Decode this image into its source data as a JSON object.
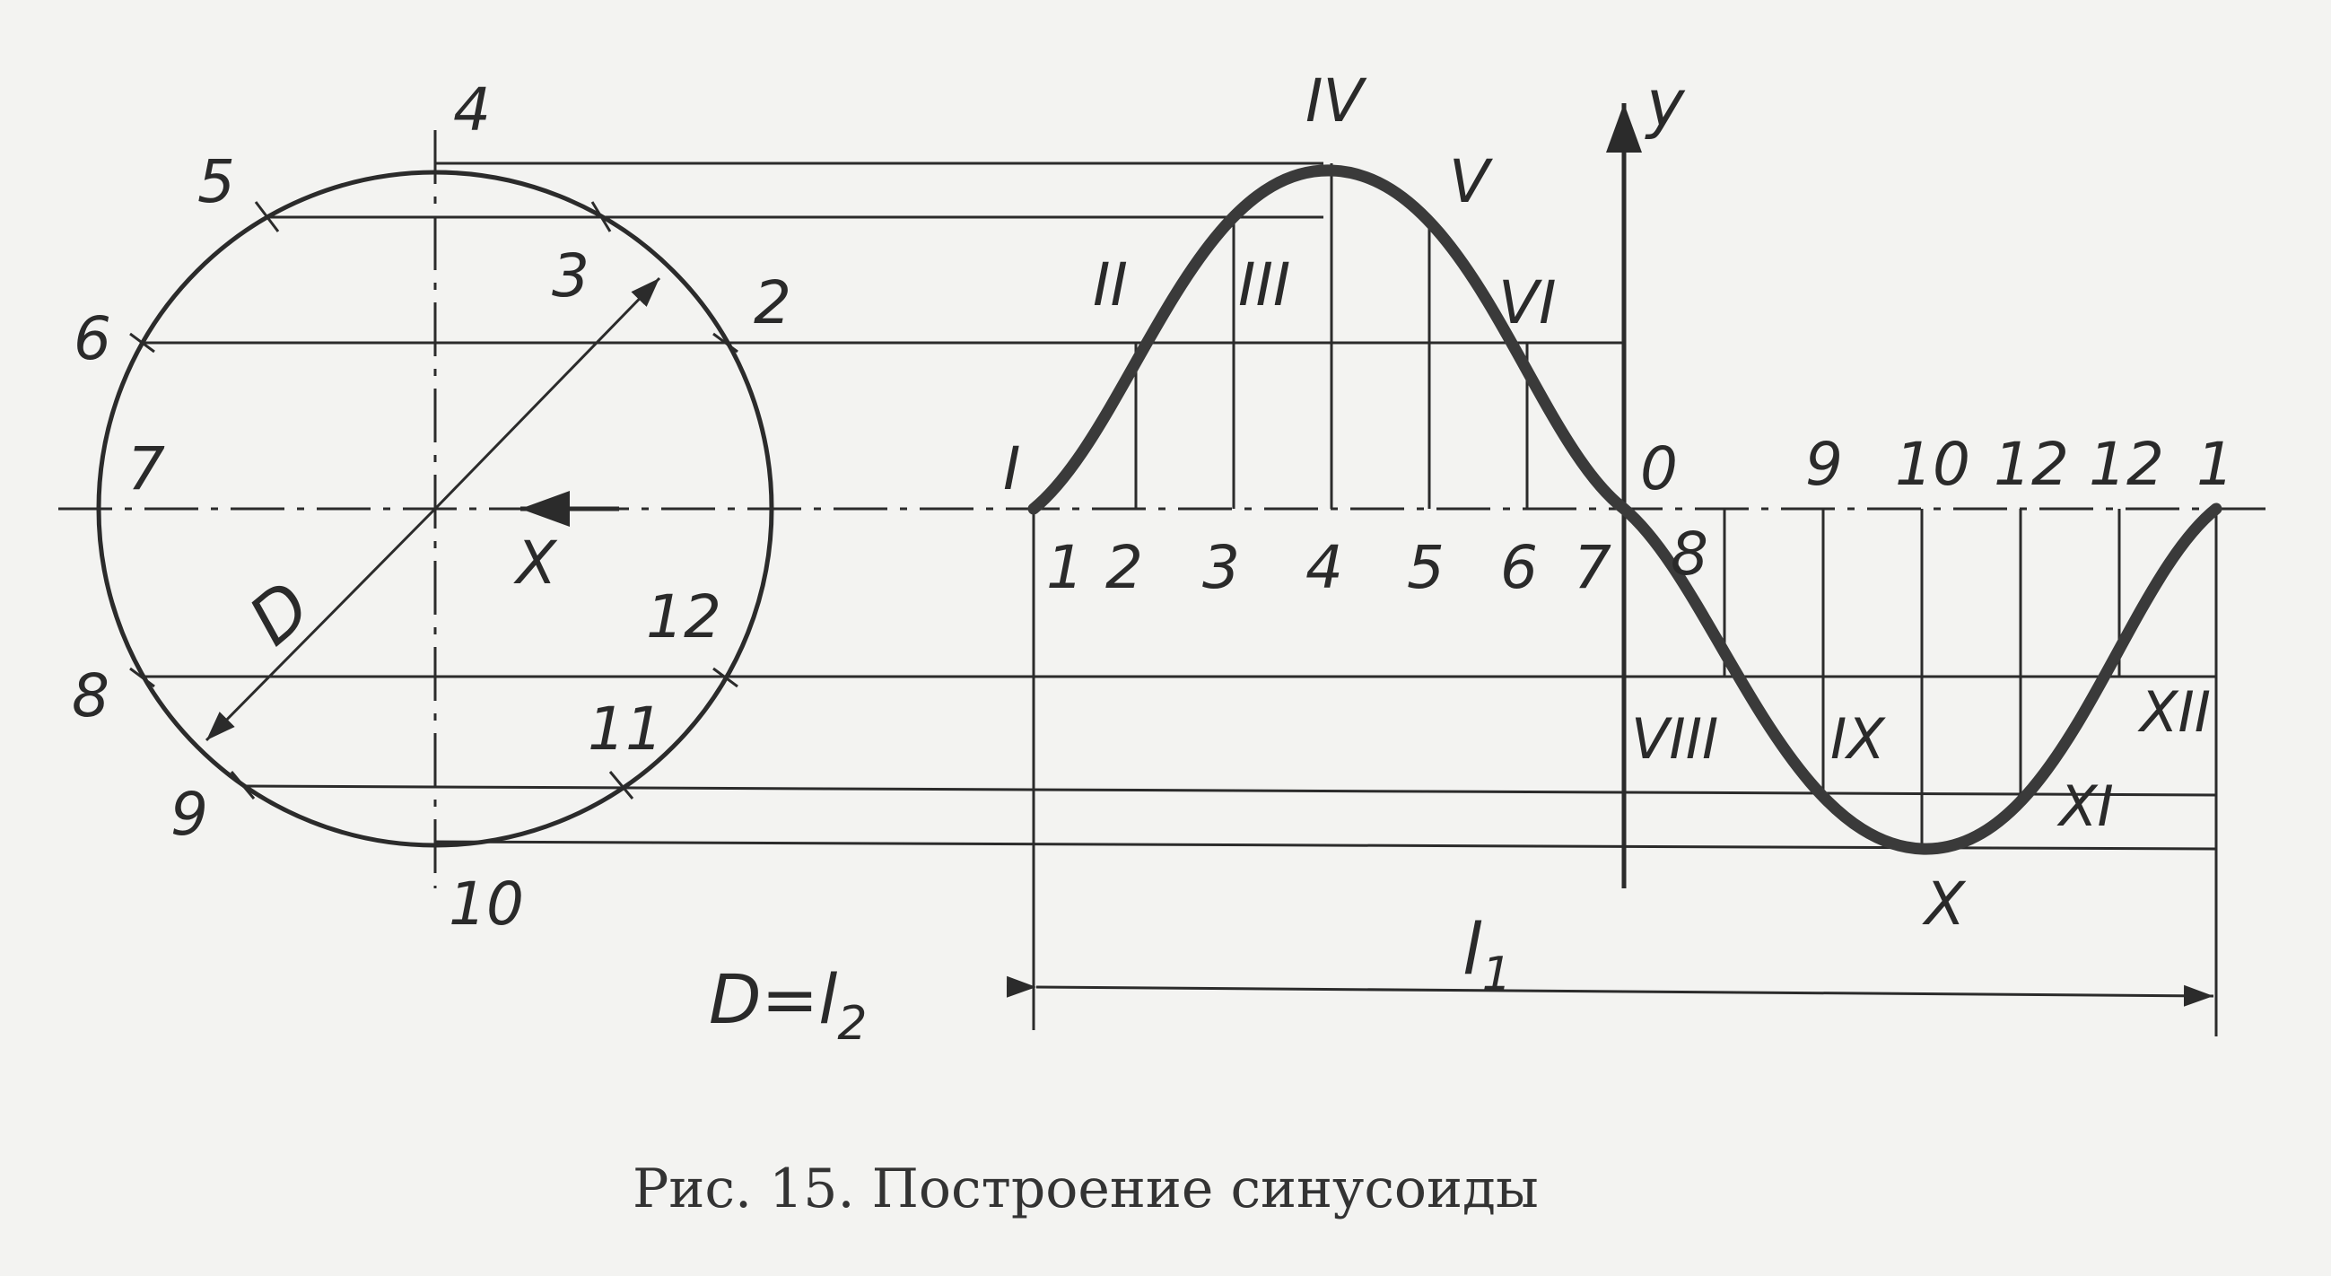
{
  "figure": {
    "circle_labels": [
      "4",
      "5",
      "3",
      "2",
      "6",
      "7",
      "12",
      "8",
      "11",
      "9",
      "10"
    ],
    "axis_y": "y",
    "axis_x": "X",
    "diameter": "D",
    "formula_prefix": "D=l",
    "formula_sub": "2",
    "length": "l",
    "length_sub": "1",
    "roman_upper": [
      "IV",
      "V",
      "II",
      "III",
      "VI",
      "I"
    ],
    "zero": "0",
    "upper_numbers": [
      "9",
      "10",
      "12",
      "12",
      "1"
    ],
    "lower_numbers": [
      "1",
      "2",
      "3",
      "4",
      "5",
      "6",
      "7",
      "8"
    ],
    "roman_lower": [
      "VIII",
      "IX",
      "XII",
      "XI",
      "X"
    ],
    "caption": "Рис. 15. Построение синусоиды"
  }
}
